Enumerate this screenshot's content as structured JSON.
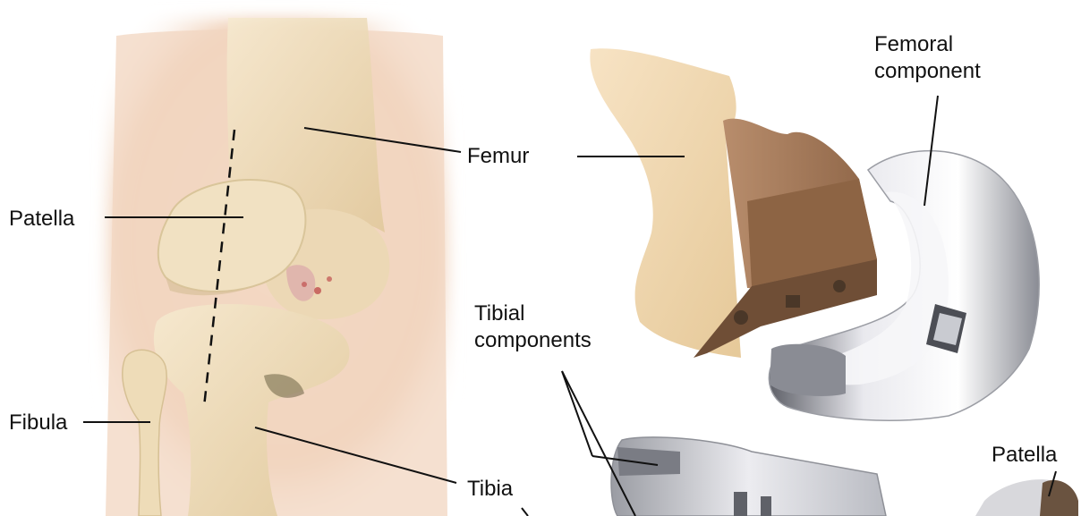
{
  "labels": {
    "femur": "Femur",
    "patella_left": "Patella",
    "fibula": "Fibula",
    "tibia": "Tibia",
    "femoral_component": [
      "Femoral",
      "component"
    ],
    "tibial_components": [
      "Tibial",
      "components"
    ],
    "patella_right": "Patella"
  },
  "colors": {
    "skin": "#f3d9c4",
    "bone": "#efdfb8",
    "bone_shadow": "#d9c08e",
    "cut_bone": "#a67a5c",
    "metal": "#d8d8dc",
    "metal_dark": "#6b6d74",
    "leader": "#111111"
  }
}
